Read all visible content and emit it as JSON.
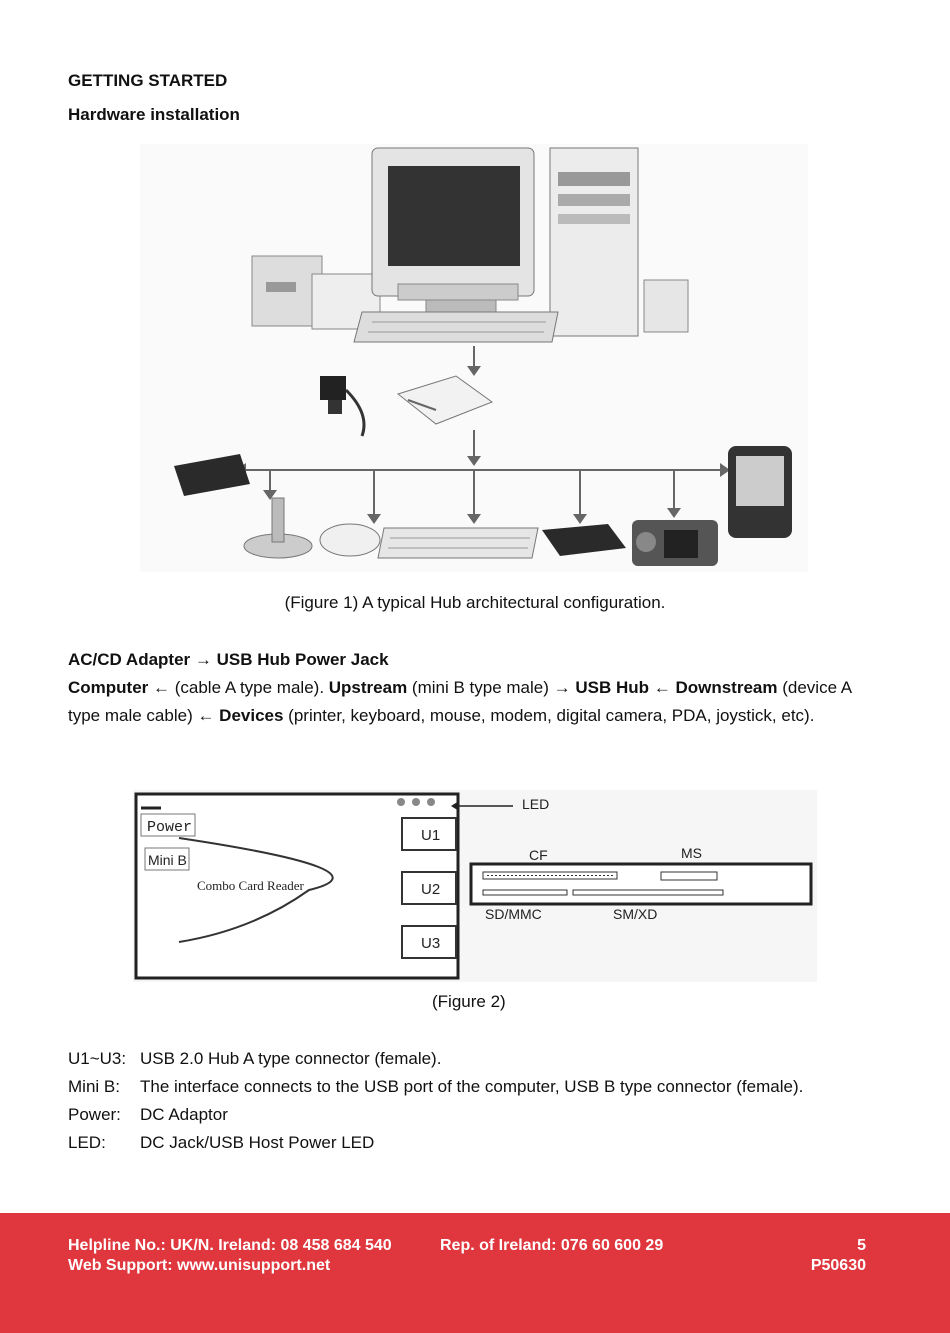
{
  "heading": "GETTING STARTED",
  "subheading": "Hardware installation",
  "figure1": {
    "caption": "(Figure 1) A typical Hub architectural configuration."
  },
  "adapter_line": {
    "part1": "AC/CD Adapter ",
    "arrow": "→",
    "part2": " USB Hub Power Jack"
  },
  "connection": {
    "computer": "Computer",
    "arrow_left": "←",
    "arrow_right": "→",
    "cable_a": " (cable A type male). ",
    "upstream": "Upstream",
    "mini_b": " (mini B type male) ",
    "usb_hub": " USB Hub ",
    "downstream": " Downstream",
    "device_cable": "(device A type male cable) ",
    "devices": " Devices",
    "devices_list": " (printer, keyboard, mouse, modem, digital camera, PDA, joystick, etc)."
  },
  "figure2": {
    "caption": "(Figure 2)",
    "labels": {
      "power": "Power",
      "mini_b": "Mini B",
      "combo": "Combo Card Reader",
      "u1": "U1",
      "u2": "U2",
      "u3": "U3",
      "led": "LED",
      "cf": "CF",
      "ms": "MS",
      "sdmmc": "SD/MMC",
      "smxd": "SM/XD"
    }
  },
  "definitions": [
    {
      "term": "U1~U3:",
      "desc": "USB 2.0 Hub A type connector (female)."
    },
    {
      "term": "Mini B:",
      "desc": "The interface connects to the USB port of the computer, USB B type connector (female)."
    },
    {
      "term": "Power:",
      "desc": "DC Adaptor"
    },
    {
      "term": "LED:",
      "desc": "DC Jack/USB Host Power LED"
    }
  ],
  "footer": {
    "helpline": "Helpline No.: UK/N. Ireland: 08 458 684 540",
    "ireland": "Rep. of Ireland: 076 60 600 29",
    "page": "5",
    "web": "Web Support: www.unisupport.net",
    "code": "P50630"
  },
  "colors": {
    "footer_bg": "#e0373e"
  }
}
